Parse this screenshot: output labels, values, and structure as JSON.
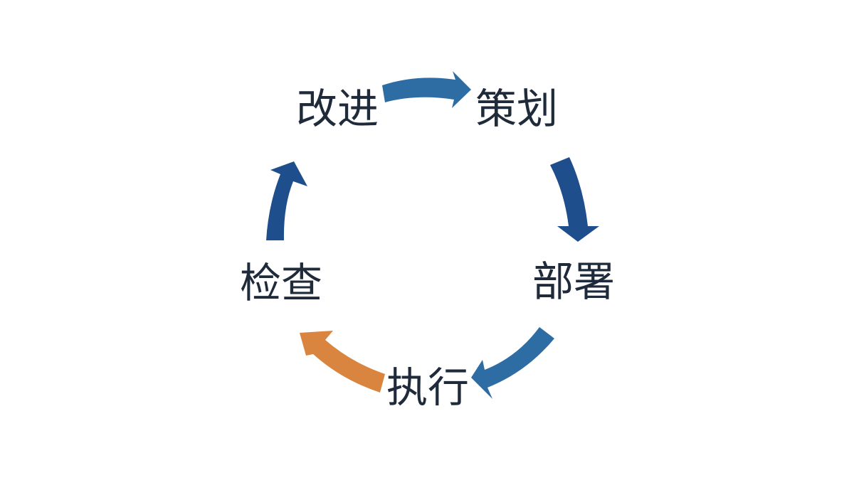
{
  "diagram": {
    "type": "cycle",
    "stages": [
      {
        "id": "plan",
        "label": "策划"
      },
      {
        "id": "deploy",
        "label": "部署"
      },
      {
        "id": "execute",
        "label": "执行"
      },
      {
        "id": "check",
        "label": "检查"
      },
      {
        "id": "improve",
        "label": "改进"
      }
    ],
    "arrows": [
      {
        "from": "improve",
        "to": "plan",
        "color": "#2e6da4"
      },
      {
        "from": "plan",
        "to": "deploy",
        "color": "#1f4e8c"
      },
      {
        "from": "deploy",
        "to": "execute",
        "color": "#2e6da4"
      },
      {
        "from": "execute",
        "to": "check",
        "color": "#d9853f"
      },
      {
        "from": "check",
        "to": "improve",
        "color": "#1f4e8c"
      }
    ]
  }
}
